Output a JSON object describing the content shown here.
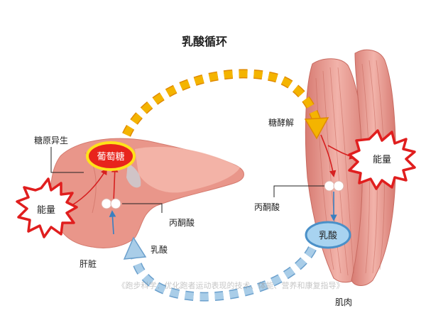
{
  "title": "乳酸循环",
  "labels": {
    "gluconeogenesis": "糖原异生",
    "glucose": "葡萄糖",
    "energy_liver": "能量",
    "pyruvate_liver": "丙酮酸",
    "lactate_arrow": "乳酸",
    "liver": "肝脏",
    "glycolysis": "糖酵解",
    "energy_muscle": "能量",
    "pyruvate_muscle": "丙酮酸",
    "lactate_muscle": "乳酸",
    "muscle": "肌肉"
  },
  "watermark": "《跑步科学：优化跑者运动表现的技术、体能、营养和康复指导》",
  "colors": {
    "top_arrow": "#f4b400",
    "top_arrow_stroke": "#e08a00",
    "bottom_arrow": "#a9cde8",
    "bottom_arrow_stroke": "#6a9fcc",
    "glucose_fill": "#e8241c",
    "glucose_ring": "#ffe21a",
    "lactate_fill": "#a8d3f0",
    "lactate_ring": "#4a90c8",
    "burst_fill": "#ffffff",
    "burst_stroke": "#e01e1e",
    "liver": "#e9968a",
    "muscle": "#e08a80",
    "red_line": "#d62020"
  }
}
